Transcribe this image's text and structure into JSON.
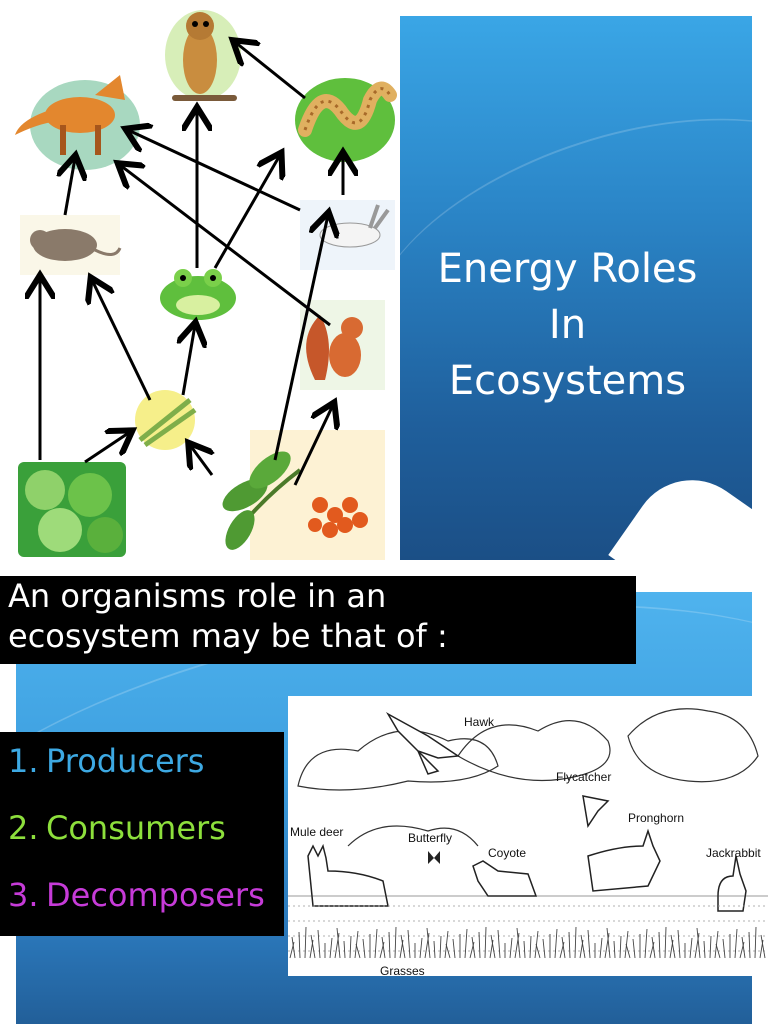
{
  "title": "Energy Roles\nIn\nEcosystems",
  "caption": {
    "line1": "An organisms role in an",
    "line2": "ecosystem may be that of :"
  },
  "roles": [
    {
      "num": "1.",
      "label": "Producers",
      "color": "#3da9e3"
    },
    {
      "num": "2.",
      "label": "Consumers",
      "color": "#8ddf3c"
    },
    {
      "num": "3.",
      "label": "Decomposers",
      "color": "#c63bd8"
    }
  ],
  "habitat_labels": {
    "hawk": "Hawk",
    "flycatcher": "Flycatcher",
    "pronghorn": "Pronghorn",
    "mule_deer": "Mule deer",
    "butterfly": "Butterfly",
    "coyote": "Coyote",
    "jackrabbit": "Jackrabbit",
    "grasses": "Grasses"
  },
  "colors": {
    "slide_blue": "#2b86c8",
    "black": "#000000",
    "white": "#ffffff"
  }
}
